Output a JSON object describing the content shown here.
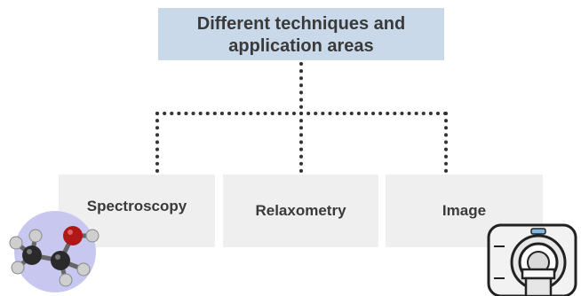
{
  "root": {
    "label": "Different techniques and\napplication areas"
  },
  "branches": [
    {
      "label": "Spectroscopy",
      "icon": "molecule-icon"
    },
    {
      "label": "Relaxometry",
      "icon": null
    },
    {
      "label": "Image",
      "icon": "mri-scanner-icon"
    }
  ],
  "colors": {
    "root_fill": "#c9d9ea",
    "leaf_fill": "#efefef",
    "connector": "#333333",
    "text": "#3a3a3a",
    "molecule_halo": "#c7c7f0",
    "oxygen_atom": "#b01818",
    "carbon_atom": "#2a2a2a",
    "hydrogen_atom": "#cfcfcf"
  }
}
